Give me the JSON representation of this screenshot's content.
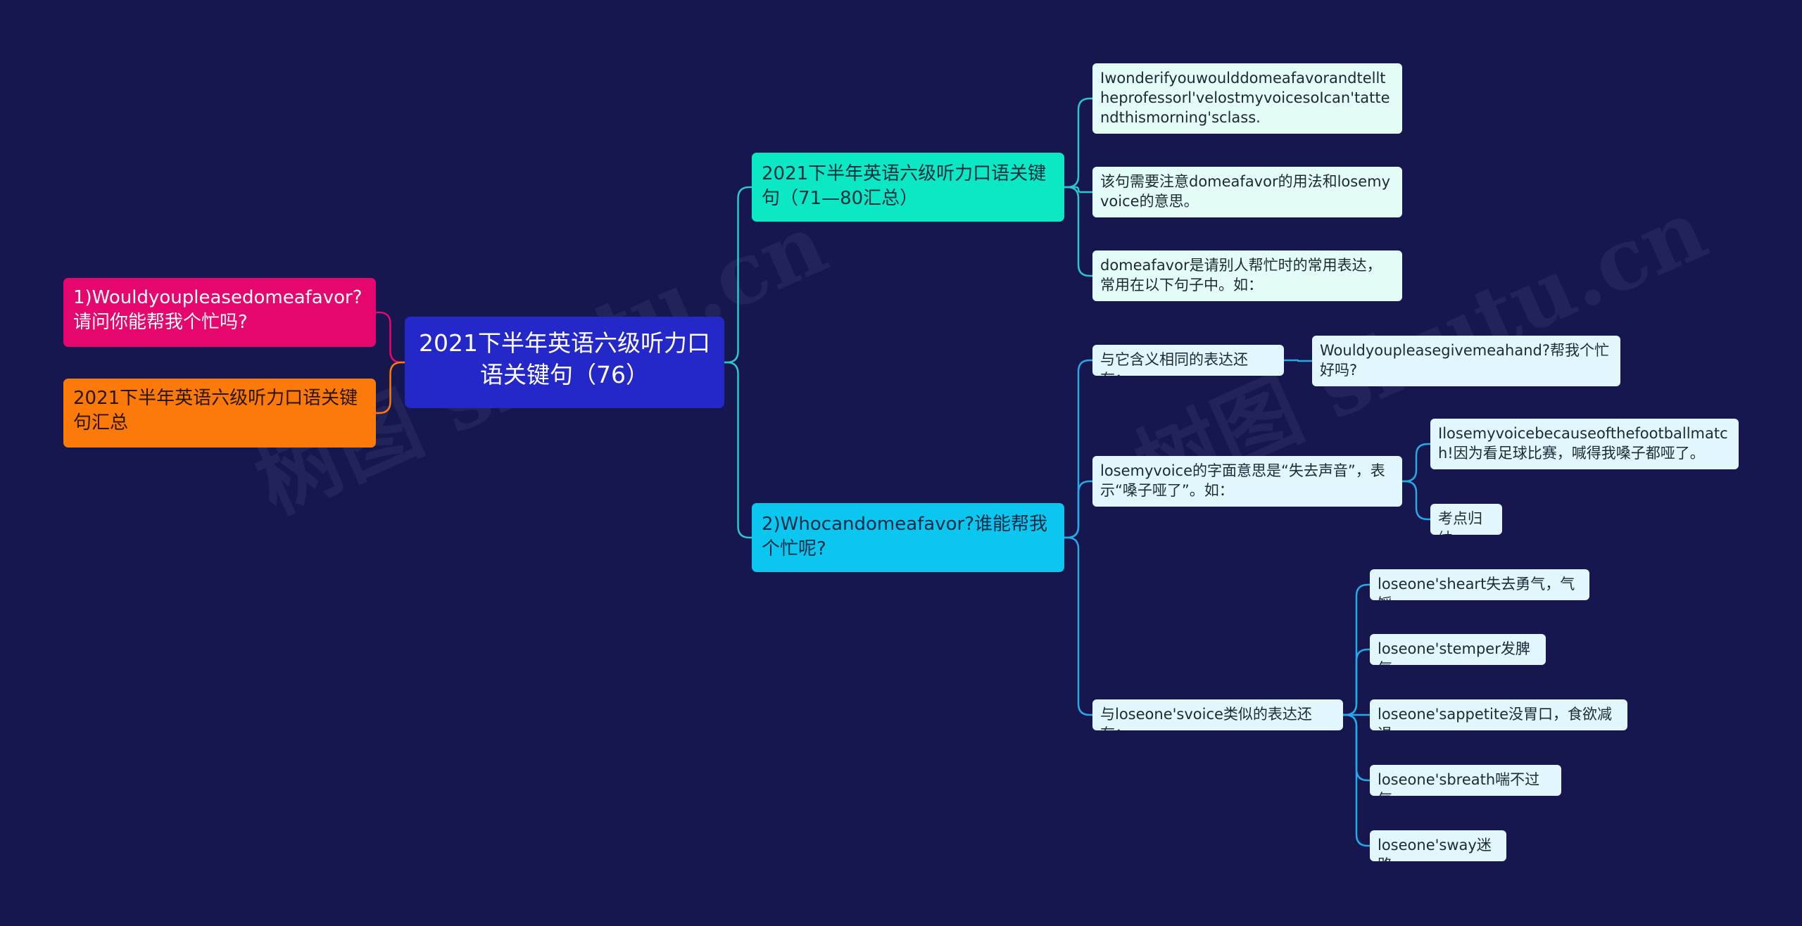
{
  "colors": {
    "background": "#16174f",
    "root": "#2528c8",
    "branch_green": "#0ce8c4",
    "branch_blue": "#0bc6ef",
    "left_pink": "#e5076e",
    "left_orange": "#fb7a0a",
    "link_teal": "#2fc6c9",
    "link_blue": "#28a9e6",
    "link_pink": "#e5076e",
    "link_orange": "#fb7a0a"
  },
  "watermark": [
    "树图 shutu.cn",
    "树图 shutu.cn"
  ],
  "root": {
    "text": "2021下半年英语六级听力口语关键句（76）"
  },
  "left": {
    "item1": "1)Wouldyoupleasedomeafavor?请问你能帮我个忙吗?",
    "item2": "2021下半年英语六级听力口语关键句汇总"
  },
  "branch1": {
    "label": "2021下半年英语六级听力口语关键句（71—80汇总）",
    "children": [
      "Iwonderifyouwoulddomeafavorandtelltheprofessorl'velostmyvoicesoIcan'tattendthismorning'sclass.",
      "该句需要注意domeafavor的用法和losemyvoice的意思。",
      "domeafavor是请别人帮忙时的常用表达，常用在以下句子中。如："
    ]
  },
  "branch2": {
    "label": "2)Whocandomeafavor?谁能帮我个忙呢?",
    "same_meaning": {
      "label": "与它含义相同的表达还有：",
      "child": "Wouldyoupleasegivemeahand?帮我个忙好吗?"
    },
    "lose_voice": {
      "label": "losemyvoice的字面意思是“失去声音”，表示“嗓子哑了”。如：",
      "children": [
        "Ilosemyvoicebecauseofthefootballmatch!因为看足球比赛，喊得我嗓子都哑了。",
        "考点归纳"
      ]
    },
    "similar": {
      "label": "与loseone'svoice类似的表达还有：",
      "children": [
        "loseone'sheart失去勇气，气馁",
        "loseone'stemper发脾气",
        "loseone'sappetite没胃口，食欲减退",
        "loseone'sbreath喘不过气",
        "loseone'sway迷路"
      ]
    }
  }
}
